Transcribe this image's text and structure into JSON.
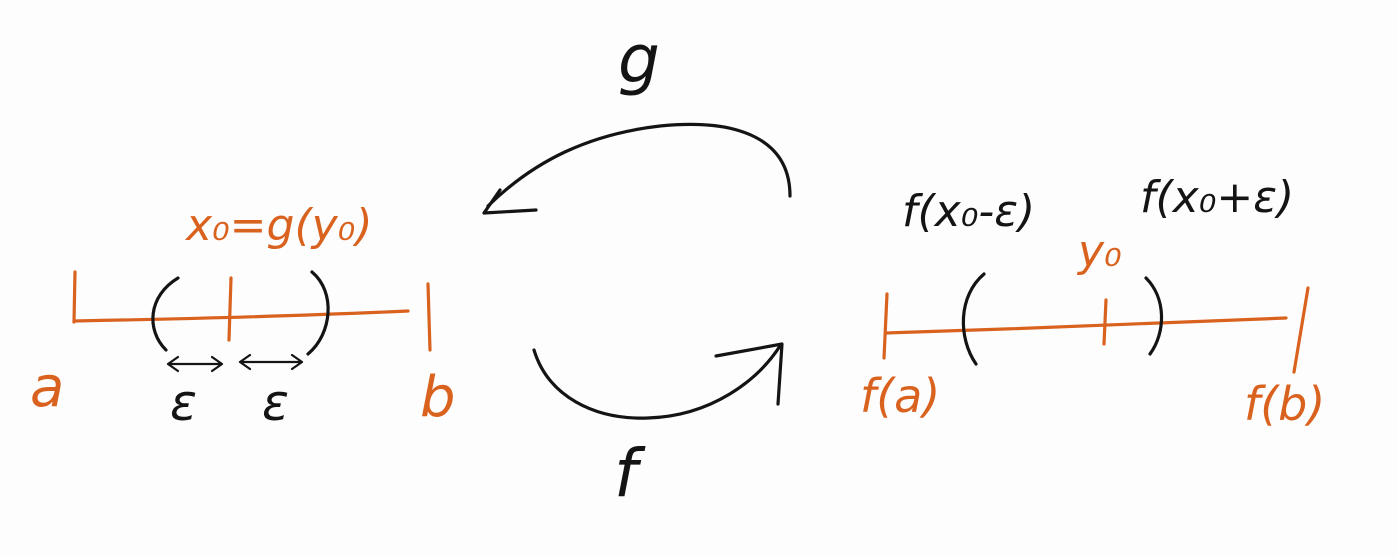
{
  "colors": {
    "orange": "#d9621f",
    "black": "#141414",
    "background": "#fdfdfd"
  },
  "left": {
    "point_label": "x₀=g(y₀)",
    "start_label": "a",
    "end_label": "b",
    "epsilon_left": "ε",
    "epsilon_right": "ε"
  },
  "right": {
    "point_label": "y₀",
    "start_label": "f(a)",
    "end_label": "f(b)",
    "lower_bound_label": "f(x₀-ε)",
    "upper_bound_label": "f(x₀+ε)"
  },
  "maps": {
    "top_label": "g",
    "bottom_label": "f"
  }
}
